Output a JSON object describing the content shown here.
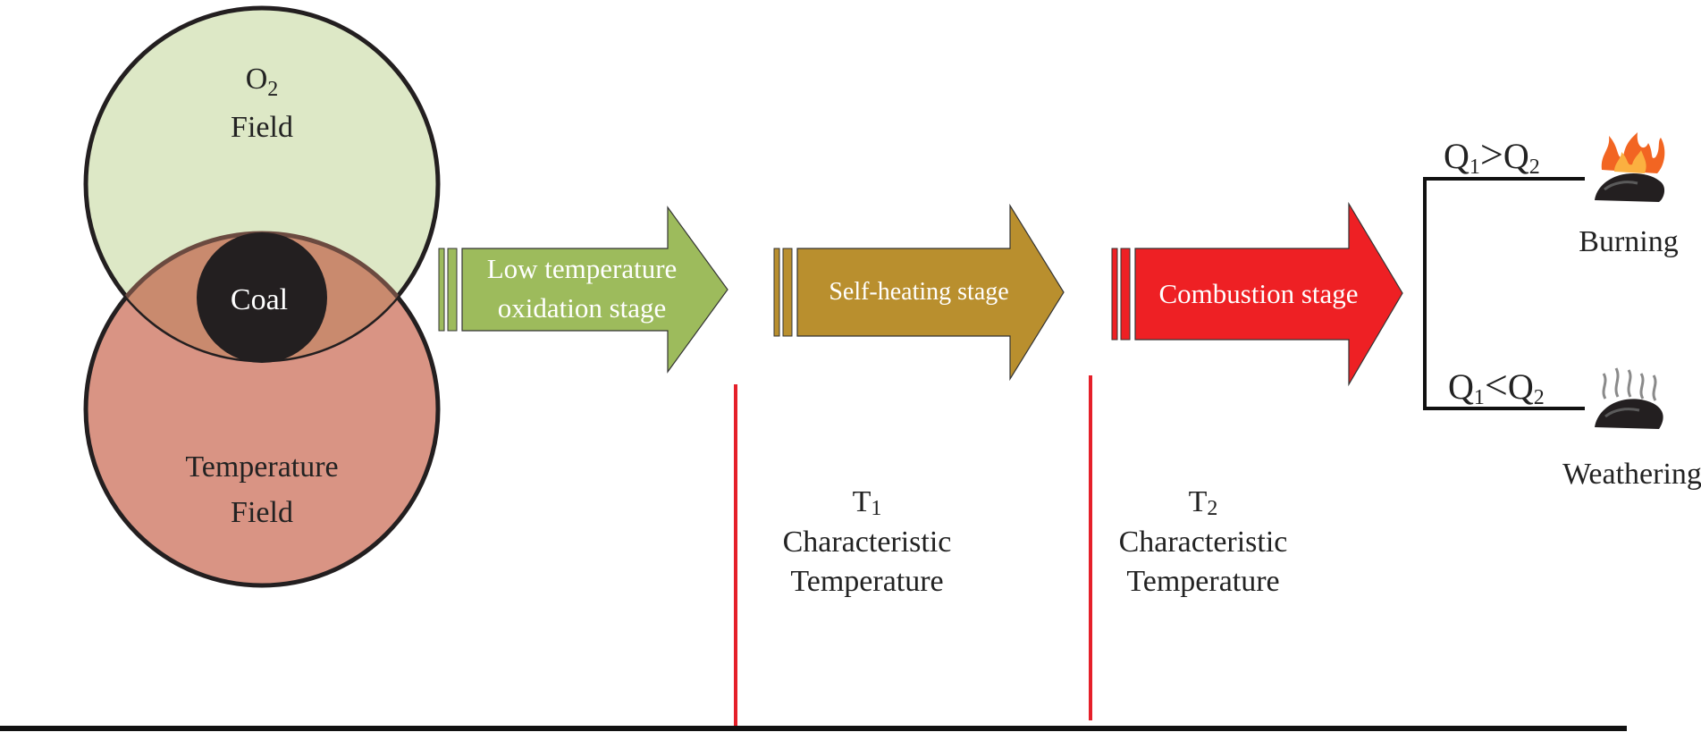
{
  "venn": {
    "o2_field": {
      "symbol": "O",
      "subscript": "2",
      "word": "Field",
      "fill": "#dde8c6"
    },
    "temperature_field": {
      "line1": "Temperature",
      "line2": "Field",
      "fill": "#d99484"
    },
    "overlap_fill": "#c98a6e",
    "coal": {
      "label": "Coal",
      "fill": "#231f20"
    }
  },
  "stages": [
    {
      "id": "low",
      "line1": "Low temperature",
      "line2": "oxidation stage",
      "color": "#9dbb5c"
    },
    {
      "id": "self",
      "line1": "Self-heating stage",
      "line2": "",
      "color": "#b98f2e"
    },
    {
      "id": "comb",
      "line1": "Combustion stage",
      "line2": "",
      "color": "#ee2024"
    }
  ],
  "thresholds": [
    {
      "symbol": "T",
      "subscript": "1",
      "line2": "Characteristic",
      "line3": "Temperature"
    },
    {
      "symbol": "T",
      "subscript": "2",
      "line2": "Characteristic",
      "line3": "Temperature"
    }
  ],
  "outcomes": [
    {
      "q_left": "Q",
      "q_left_sub": "1",
      "op": ">",
      "q_right": "Q",
      "q_right_sub": "2",
      "label": "Burning",
      "icon": "burning-coal-icon"
    },
    {
      "q_left": "Q",
      "q_left_sub": "1",
      "op": "<",
      "q_right": "Q",
      "q_right_sub": "2",
      "label": "Weathering",
      "icon": "smoking-coal-icon"
    }
  ],
  "colors": {
    "threshold_line": "#e5202a",
    "axis": "#111111"
  }
}
